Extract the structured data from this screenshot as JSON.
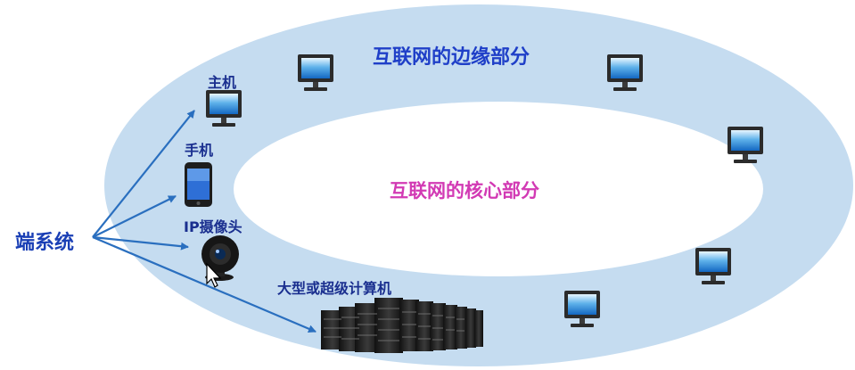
{
  "edge_title": "互联网的边缘部分",
  "core_title": "互联网的核心部分",
  "end_system": {
    "label": "端系统",
    "devices": [
      {
        "label": "主机",
        "icon": "monitor-icon"
      },
      {
        "label": "手机",
        "icon": "smartphone-icon"
      },
      {
        "label": "IP摄像头",
        "icon": "webcam-icon"
      },
      {
        "label": "大型或超级计算机",
        "icon": "server-rack-icon"
      }
    ]
  },
  "colors": {
    "ring": "#c5dcf0",
    "edge_title": "#1f3fc8",
    "core_title": "#d23ab4",
    "arrows": "#2a6fbf",
    "end_system_label": "#1a3fb5",
    "device_label": "#1a2f8f"
  }
}
